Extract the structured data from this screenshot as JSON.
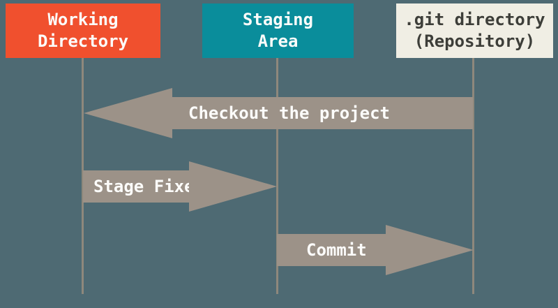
{
  "diagram": {
    "background_color": "#4E6A73",
    "arrow_color": "#9C9288",
    "lifeline_color": "#8E887C",
    "columns": [
      {
        "id": "working-directory",
        "line1": "Working",
        "line2": "Directory",
        "fill": "#F0502E",
        "text_color": "#FCFCFA"
      },
      {
        "id": "staging-area",
        "line1": "Staging",
        "line2": "Area",
        "fill": "#0A8D9B",
        "text_color": "#FCFCFA"
      },
      {
        "id": "git-directory",
        "line1": ".git directory",
        "line2": "(Repository)",
        "fill": "#F0EEE4",
        "text_color": "#3D3E39"
      }
    ],
    "arrows": [
      {
        "id": "checkout",
        "label": "Checkout the project",
        "from": "git-directory",
        "to": "working-directory",
        "direction": "left"
      },
      {
        "id": "stage-fixes",
        "label": "Stage Fixes",
        "from": "working-directory",
        "to": "staging-area",
        "direction": "right"
      },
      {
        "id": "commit",
        "label": "Commit",
        "from": "staging-area",
        "to": "git-directory",
        "direction": "right"
      }
    ]
  }
}
